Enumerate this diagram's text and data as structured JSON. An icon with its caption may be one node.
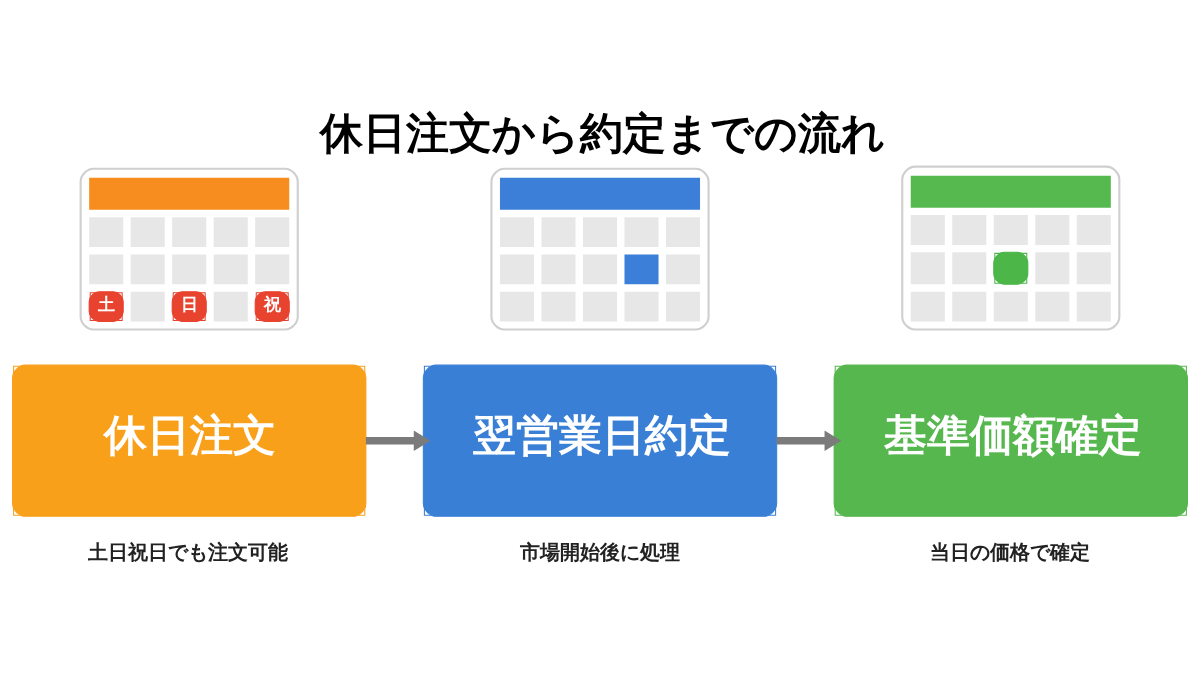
{
  "diagram": {
    "title": "休日注文から約定までの流れ",
    "nodes": [
      {
        "text": [
          "土",
          "日",
          "祝"
        ]
      },
      {
        "text": [],
        "shape": "picture"
      },
      {
        "text": [],
        "shape": "picture"
      },
      {
        "text": [
          "休日注文"
        ],
        "beside": [
          "土日祝日でも注文可能"
        ]
      },
      {
        "text": [
          "翌営業日約定"
        ],
        "beside": [
          "市場開始後に処理"
        ]
      },
      {
        "text": [
          "基準価額確定"
        ],
        "beside": [
          "当日の価格で確定"
        ]
      }
    ],
    "edges": [
      {
        "from": 3,
        "to": 4,
        "arrow": "to"
      },
      {
        "from": 4,
        "to": 5,
        "arrow": "to"
      }
    ]
  }
}
